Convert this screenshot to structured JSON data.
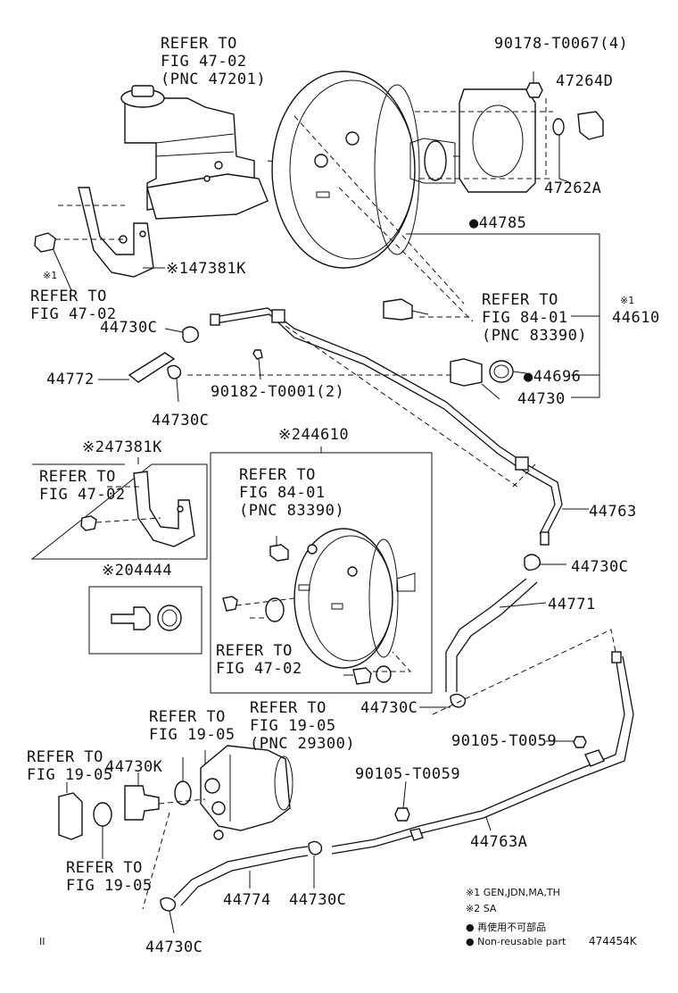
{
  "labels": {
    "refer_fig4702_top": [
      "REFER TO",
      "FIG 47-02",
      "(PNC 47201)"
    ],
    "pnc_90178": "90178-T0067(4)",
    "pnc_47264d": "47264D",
    "pnc_47262a": "47262A",
    "pnc_44785": "●44785",
    "note1_mark_left": "※1",
    "refer_fig4702_left": [
      "REFER TO",
      "FIG 47-02"
    ],
    "pnc_47381k_1": "※147381K",
    "refer_fig8401_top": [
      "REFER TO",
      "FIG 84-01",
      "(PNC 83390)"
    ],
    "note1_mark_right": "※1",
    "pnc_44610_1": "44610",
    "pnc_44730c_a": "44730C",
    "pnc_44772": "44772",
    "pnc_90182": "90182-T0001(2)",
    "pnc_44696": "●44696",
    "pnc_44730": "44730",
    "pnc_44730c_b": "44730C",
    "pnc_47381k_2": "※247381K",
    "refer_fig4702_box": [
      "REFER TO",
      "FIG 47-02"
    ],
    "pnc_44610_2": "※244610",
    "refer_fig8401_box": [
      "REFER TO",
      "FIG 84-01",
      "(PNC 83390)"
    ],
    "pnc_04444": "※204444",
    "refer_fig4702_box2": [
      "REFER TO",
      "FIG 47-02"
    ],
    "pnc_44763": "44763",
    "pnc_44730c_c": "44730C",
    "pnc_44771": "44771",
    "pnc_44730c_d": "44730C",
    "refer_fig1905_a": [
      "REFER TO",
      "FIG 19-05"
    ],
    "refer_fig1905_b": [
      "REFER TO",
      "FIG 19-05",
      "(PNC 29300)"
    ],
    "refer_fig1905_c": [
      "REFER TO",
      "FIG 19-05"
    ],
    "pnc_44730k": "44730K",
    "pnc_90105_a": "90105-T0059",
    "pnc_90105_b": "90105-T0059",
    "pnc_44763a": "44763A",
    "refer_fig1905_d": [
      "REFER TO",
      "FIG 19-05"
    ],
    "pnc_44774": "44774",
    "pnc_44730c_e": "44730C",
    "pnc_44730c_f": "44730C"
  },
  "legend": {
    "note1": "※1 GEN,JDN,MA,TH",
    "note2": "※2 SA",
    "nonreusable_jp": "● 再使用不可部品",
    "nonreusable_en": "● Non-reusable part"
  },
  "footer": {
    "left_mark": "II",
    "figure_id": "474454K"
  }
}
